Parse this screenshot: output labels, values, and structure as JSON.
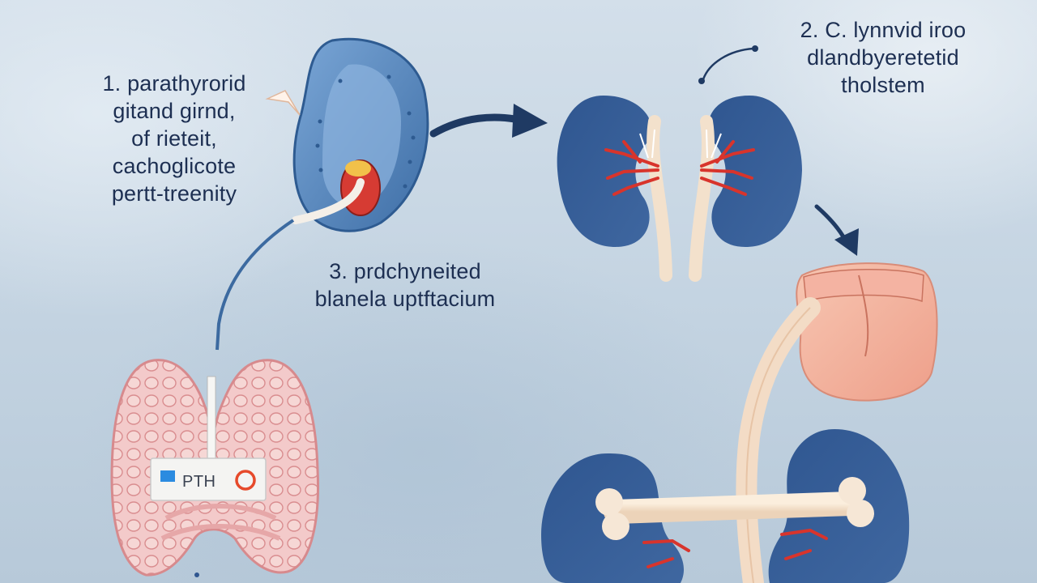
{
  "labels": {
    "step1": {
      "line1": "1. parathyrorid",
      "line2": "gitand girnd,",
      "line3": "of rieteit,",
      "line4": "cachoglicote",
      "line5": "pertt-treenity"
    },
    "step2": {
      "line1": "2. C. lynnvid iroo",
      "line2": "dlandbyeretetid",
      "line3": "tholstem"
    },
    "step3": {
      "line1": "3. prdchyneited",
      "line2": "blanela uptftacium"
    },
    "pth_tag": "PTH"
  },
  "colors": {
    "text": "#1d2f52",
    "arrow": "#1f3a63",
    "kidney": "#3a5f94",
    "vessel": "#d8342c",
    "bone": "#f5e3d0",
    "thyroid": "#f1c6c6",
    "gland": "#4f7db3"
  },
  "icons": [
    "parathyroid-gland-icon",
    "kidney-icon",
    "intestine-icon",
    "thyroid-icon",
    "bone-icon",
    "arrow-icon"
  ]
}
